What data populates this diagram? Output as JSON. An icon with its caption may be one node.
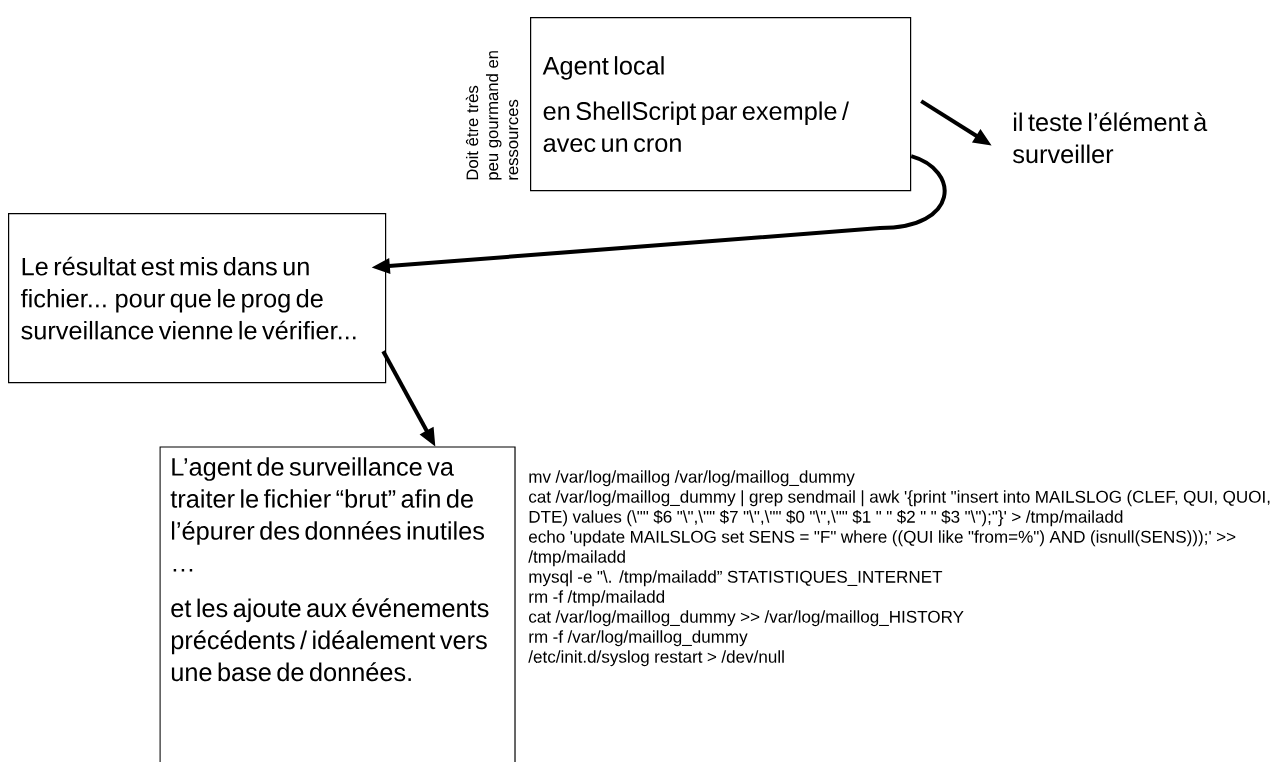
{
  "diagram": {
    "nodes": [
      {
        "text": [
          "Agent local",
          "en ShellScript par exemple / avec un cron"
        ],
        "beside": [
          "Doit être très peu gourmand en ressources"
        ]
      },
      {
        "text": [
          "il teste l’élément à surveiller"
        ]
      },
      {
        "text": [
          "Le résultat est mis dans un fichier... pour que le prog de surveillance vienne le vérifier..."
        ]
      },
      {
        "text": [
          "L’agent de surveillance va traiter le fichier “brut” afin de l’épurer des données inutiles …",
          "et les ajoute aux événements précédents / idéalement vers une base de données."
        ]
      }
    ],
    "edges": [
      {
        "from": 0,
        "to": 1,
        "arrow": "to"
      },
      {
        "from": 0,
        "to": 2,
        "arrow": "to"
      },
      {
        "from": 2,
        "to": 3,
        "arrow": "to"
      }
    ],
    "labels": [
      "mv /var/log/maillog /var/log/maillog_dummy",
      "cat /var/log/maillog_dummy | grep sendmail | awk '{print \"insert into MAILSLOG (CLEF, QUI, QUOI, DTE) values (\\\"\" $6 \"\\\",\\\"\" $7 \"\\\",\\\"\" $0 \"\\\",\\\"\" $1 \" \" $2 \" \" $3 \"\\\");\"}' > /tmp/mailadd",
      "echo 'update MAILSLOG set SENS = \"F\" where ((QUI like \"from=%\") AND (isnull(SENS)));' >> /tmp/mailadd",
      "mysql -e \"\\. /tmp/mailadd” STATISTIQUES_INTERNET",
      "rm -f /tmp/mailadd",
      "cat /var/log/maillog_dummy >> /var/log/maillog_HISTORY",
      "rm -f /var/log/maillog_dummy",
      "/etc/init.d/syslog restart > /dev/null"
    ]
  }
}
